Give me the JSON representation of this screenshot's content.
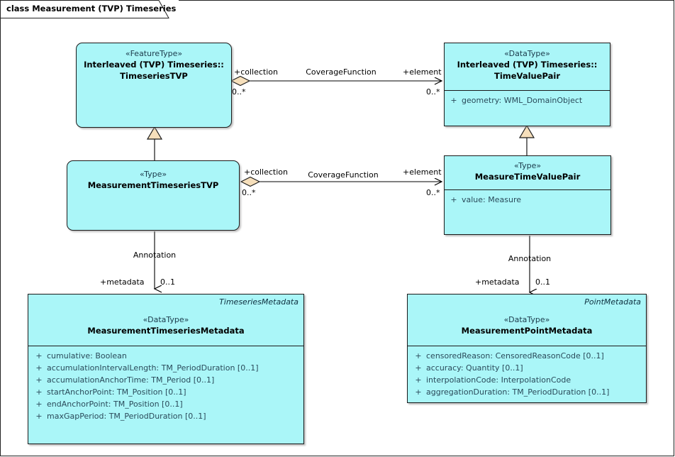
{
  "frame": {
    "title": "class Measurement (TVP) Timeseries"
  },
  "colors": {
    "class_fill": "#AAF6F8",
    "class_border": "#1a1a1a",
    "stereotype_text": "#1b3a4b",
    "attribute_text": "#2a4a5a",
    "adornment_fill": "#F6DFBB",
    "connector_line": "#000000",
    "canvas": "#ffffff"
  },
  "classes": [
    {
      "id": "timeseriesTVP",
      "stereotype": "«FeatureType»",
      "name_line1": "Interleaved (TVP) Timeseries::",
      "name_line2": "TimeseriesTVP",
      "tag": "",
      "attributes": []
    },
    {
      "id": "timeValuePair",
      "stereotype": "«DataType»",
      "name_line1": "Interleaved (TVP) Timeseries::",
      "name_line2": "TimeValuePair",
      "tag": "",
      "attributes": [
        {
          "visibility": "+",
          "text": "geometry: WML_DomainObject"
        }
      ]
    },
    {
      "id": "measurementTimeseriesTVP",
      "stereotype": "«Type»",
      "name_line1": "MeasurementTimeseriesTVP",
      "name_line2": "",
      "tag": "",
      "attributes": []
    },
    {
      "id": "measureTimeValuePair",
      "stereotype": "«Type»",
      "name_line1": "MeasureTimeValuePair",
      "name_line2": "",
      "tag": "",
      "attributes": [
        {
          "visibility": "+",
          "text": "value: Measure"
        }
      ]
    },
    {
      "id": "measurementTimeseriesMetadata",
      "stereotype": "«DataType»",
      "name_line1": "MeasurementTimeseriesMetadata",
      "name_line2": "",
      "tag": "TimeseriesMetadata",
      "attributes": [
        {
          "visibility": "+",
          "text": "cumulative: Boolean"
        },
        {
          "visibility": "+",
          "text": "accumulationIntervalLength: TM_PeriodDuration [0..1]"
        },
        {
          "visibility": "+",
          "text": "accumulationAnchorTime: TM_Period [0..1]"
        },
        {
          "visibility": "+",
          "text": "startAnchorPoint: TM_Position [0..1]"
        },
        {
          "visibility": "+",
          "text": "endAnchorPoint: TM_Position [0..1]"
        },
        {
          "visibility": "+",
          "text": "maxGapPeriod: TM_PeriodDuration [0..1]"
        }
      ]
    },
    {
      "id": "measurementPointMetadata",
      "stereotype": "«DataType»",
      "name_line1": "MeasurementPointMetadata",
      "name_line2": "",
      "tag": "PointMetadata",
      "attributes": [
        {
          "visibility": "+",
          "text": "censoredReason: CensoredReasonCode [0..1]"
        },
        {
          "visibility": "+",
          "text": "accuracy: Quantity [0..1]"
        },
        {
          "visibility": "+",
          "text": "interpolationCode: InterpolationCode"
        },
        {
          "visibility": "+",
          "text": "aggregationDuration: TM_PeriodDuration [0..1]"
        }
      ]
    }
  ],
  "connectors": [
    {
      "id": "coverage-top",
      "type": "aggregation",
      "name": "CoverageFunction",
      "source_role": "+collection",
      "source_multiplicity": "0..*",
      "target_role": "+element",
      "target_multiplicity": "0..*"
    },
    {
      "id": "coverage-bottom",
      "type": "aggregation",
      "name": "CoverageFunction",
      "source_role": "+collection",
      "source_multiplicity": "0..*",
      "target_role": "+element",
      "target_multiplicity": "0..*"
    },
    {
      "id": "annotation-left",
      "type": "association",
      "name": "Annotation",
      "target_role": "+metadata",
      "target_multiplicity": "0..1"
    },
    {
      "id": "annotation-right",
      "type": "association",
      "name": "Annotation",
      "target_role": "+metadata",
      "target_multiplicity": "0..1"
    },
    {
      "id": "gen-left",
      "type": "generalization",
      "name": "",
      "target_role": "",
      "target_multiplicity": ""
    },
    {
      "id": "gen-right",
      "type": "generalization",
      "name": "",
      "target_role": "",
      "target_multiplicity": ""
    }
  ]
}
